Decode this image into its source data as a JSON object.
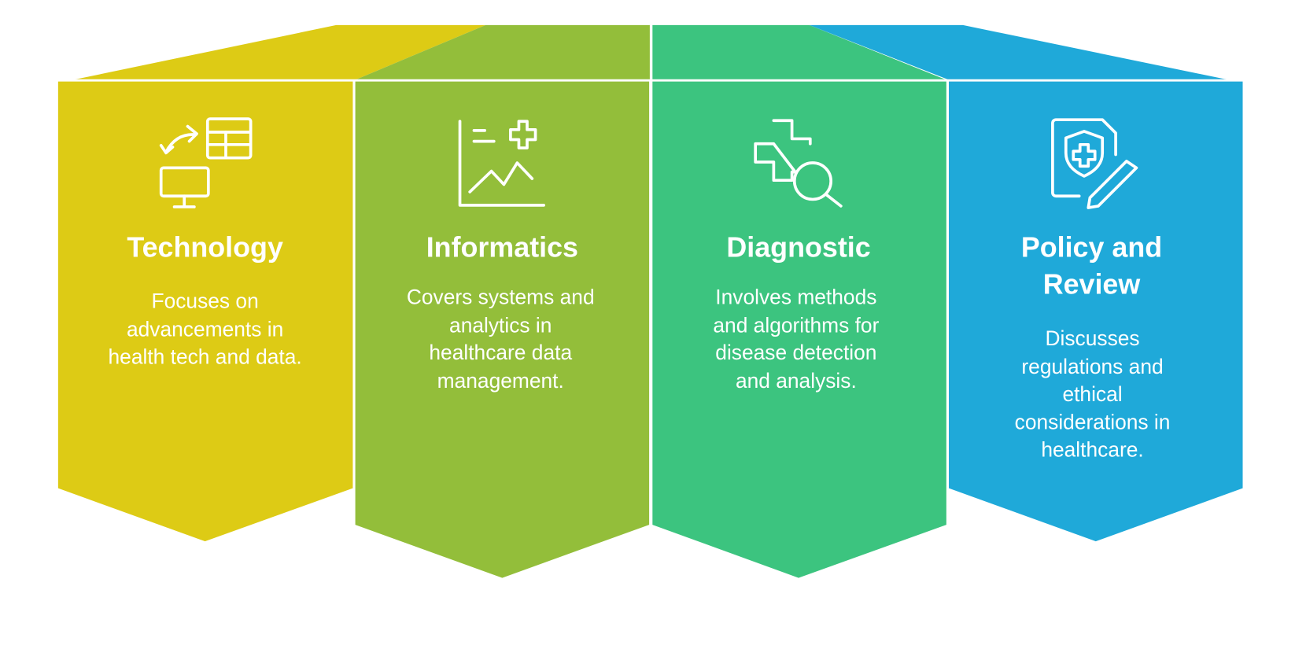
{
  "colors": {
    "technology": "#DDCB15",
    "informatics": "#93BE3A",
    "diagnostic": "#3CC47F",
    "policy": "#1FA9D9"
  },
  "columns": [
    {
      "icon": "computer-data-sync-icon",
      "title": [
        "Technology"
      ],
      "description": [
        "Focuses on",
        "advancements in",
        "health tech and data."
      ]
    },
    {
      "icon": "chart-medical-icon",
      "title": [
        "Informatics"
      ],
      "description": [
        "Covers systems and",
        "analytics in",
        "healthcare data",
        "management."
      ]
    },
    {
      "icon": "medical-search-icon",
      "title": [
        "Diagnostic"
      ],
      "description": [
        "Involves methods",
        "and algorithms for",
        "disease detection",
        "and analysis."
      ]
    },
    {
      "icon": "policy-document-edit-icon",
      "title": [
        "Policy and",
        "Review"
      ],
      "description": [
        "Discusses",
        "regulations and",
        "ethical",
        "considerations in",
        "healthcare."
      ]
    }
  ]
}
